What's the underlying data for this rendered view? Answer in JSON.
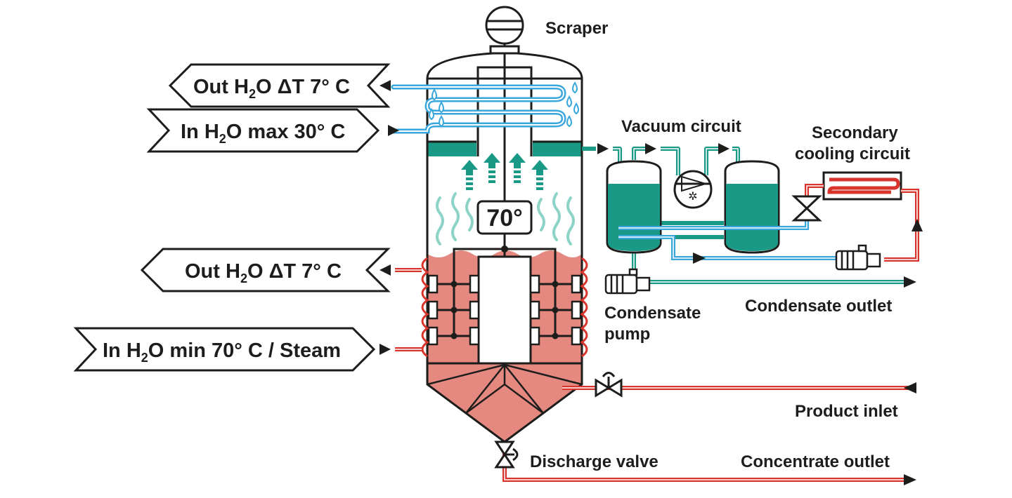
{
  "labels": {
    "scraper": "Scraper",
    "vacuum_circuit": "Vacuum circuit",
    "secondary_cooling_line1": "Secondary",
    "secondary_cooling_line2": "cooling circuit",
    "condensate_pump_line1": "Condensate",
    "condensate_pump_line2": "pump",
    "condensate_outlet": "Condensate outlet",
    "product_inlet": "Product inlet",
    "discharge_valve": "Discharge valve",
    "concentrate_outlet": "Concentrate outlet",
    "temperature": "70°"
  },
  "tags": {
    "out_top": {
      "pre": "Out H",
      "sub": "2",
      "post": "O ΔT 7° C"
    },
    "in_top": {
      "pre": "In H",
      "sub": "2",
      "post": "O max 30° C"
    },
    "out_bottom": {
      "pre": "Out H",
      "sub": "2",
      "post": "O ΔT 7° C"
    },
    "in_bottom": {
      "pre": "In H",
      "sub": "2",
      "post": "O min 70° C / Steam"
    }
  },
  "colors": {
    "outline": "#1d1d1b",
    "cold_water": "#3aa7dc",
    "vapor_green": "#1a9a86",
    "hot_red": "#d9342b",
    "product_fill": "#e48880"
  }
}
